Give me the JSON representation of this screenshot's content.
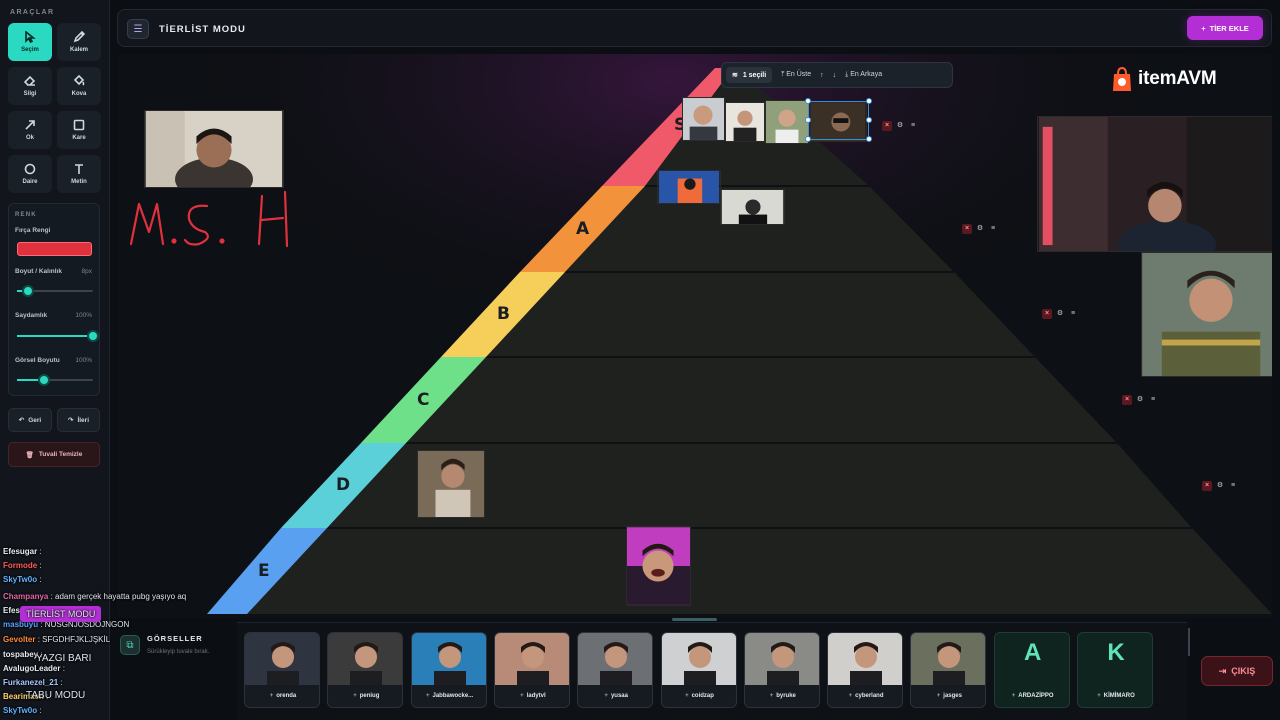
{
  "toolbar": {
    "title": "ARAÇLAR",
    "tools": [
      {
        "label": "Seçim",
        "icon": "cursor-icon",
        "active": true
      },
      {
        "label": "Kalem",
        "icon": "pencil-icon"
      },
      {
        "label": "Silgi",
        "icon": "eraser-icon"
      },
      {
        "label": "Kova",
        "icon": "bucket-icon"
      },
      {
        "label": "Ok",
        "icon": "arrow-icon"
      },
      {
        "label": "Kare",
        "icon": "square-icon"
      },
      {
        "label": "Daire",
        "icon": "circle-icon"
      },
      {
        "label": "Metin",
        "icon": "text-icon"
      }
    ],
    "color_section": "RENK",
    "brush_color_label": "Fırça Rengi",
    "brush_color": "#e0313e",
    "size_label": "Boyut / Kalınlık",
    "size_value": "8px",
    "size_fraction": 0.14,
    "opacity_label": "Saydamlık",
    "opacity_value": "100%",
    "opacity_fraction": 1.0,
    "image_size_label": "Görsel Boyutu",
    "image_size_value": "100%",
    "image_size_fraction": 0.35,
    "undo_label": "Geri",
    "redo_label": "İleri",
    "clear_label": "Tuvali Temizle"
  },
  "header": {
    "title": "TİERLİST MODU",
    "add_tier_label": "TİER EKLE"
  },
  "selection_toolbar": {
    "selected": "1 seçili",
    "bring_front": "En Üste",
    "send_back": "En Arkaya"
  },
  "brand": {
    "name": "itemAVM",
    "accent": "#ff5a2a"
  },
  "tiers": [
    {
      "label": "S",
      "color": "#f0596a"
    },
    {
      "label": "A",
      "color": "#f2923b"
    },
    {
      "label": "B",
      "color": "#f5cf5a"
    },
    {
      "label": "C",
      "color": "#6fe08a"
    },
    {
      "label": "D",
      "color": "#5bd0d8"
    },
    {
      "label": "E",
      "color": "#5aa0f0"
    }
  ],
  "handwriting": "M.S.H",
  "gallery": {
    "title": "GÖRSELLER",
    "subtitle": "Sürükleyip tuvale bırak.",
    "items": [
      {
        "name": "orenda"
      },
      {
        "name": "peniug"
      },
      {
        "name": "Jabbawocke..."
      },
      {
        "name": "ladytvl"
      },
      {
        "name": "yusaa"
      },
      {
        "name": "coidzap"
      },
      {
        "name": "byruke"
      },
      {
        "name": "cyberland"
      },
      {
        "name": "jasges"
      },
      {
        "name": "ARDAZİPPO",
        "letter": "A"
      },
      {
        "name": "KİMİMARO",
        "letter": "K"
      }
    ]
  },
  "exit_label": "ÇIKIŞ",
  "chat": [
    {
      "user": "Efesugar",
      "msg": "",
      "color": "#e7ecf2"
    },
    {
      "user": "Formode",
      "msg": "",
      "color": "#ff5a5a"
    },
    {
      "user": "SkyTw0o",
      "msg": "",
      "color": "#66b3ff"
    },
    {
      "user": "Champanya",
      "msg": "adam gerçek hayatta pubg yaşıyo aq",
      "color": "#e066a5"
    },
    {
      "user": "Efesugar",
      "msg": "",
      "color": "#e7ecf2"
    },
    {
      "user": "masbuyu",
      "msg": "NÜSGNJOSDOJNGON",
      "color": "#5aa0ff"
    },
    {
      "user": "Gevolter",
      "msg": "SFGDHFJKLJŞKİL",
      "color": "#ff8a3d"
    },
    {
      "user": "tospabey",
      "msg": "",
      "color": "#e7ecf2"
    },
    {
      "user": "AvalugoLeader",
      "msg": "",
      "color": "#e7ecf2"
    },
    {
      "user": "Furkanezel_21",
      "msg": "",
      "color": "#a8c7ff"
    },
    {
      "user": "Bearimaen",
      "msg": "",
      "color": "#ffd36a"
    },
    {
      "user": "SkyTw0o",
      "msg": "",
      "color": "#66b3ff"
    }
  ],
  "overlay_tags": [
    "TİERLİST MODU",
    "YAZGI BARI",
    "TABU MODU"
  ]
}
